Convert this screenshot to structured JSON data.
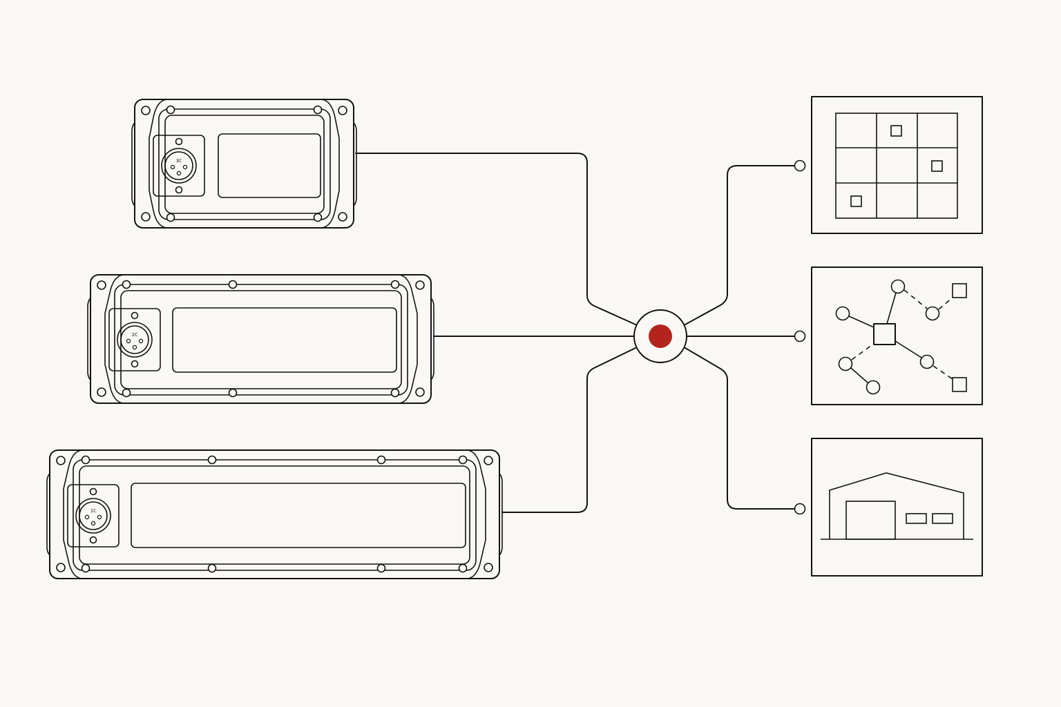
{
  "diagram": {
    "palette": {
      "background": "#f9f8f4",
      "stroke": "#111111",
      "hub_center": "#b3241c"
    },
    "nodes": [
      {
        "id": "sensor-enclosure-small",
        "kind": "sensor-enclosure"
      },
      {
        "id": "sensor-enclosure-medium",
        "kind": "sensor-enclosure"
      },
      {
        "id": "sensor-enclosure-large",
        "kind": "sensor-enclosure"
      },
      {
        "id": "central-hub",
        "kind": "hub"
      },
      {
        "id": "grid-map-panel",
        "kind": "output-panel",
        "icon": "grid-map-icon"
      },
      {
        "id": "network-graph-panel",
        "kind": "output-panel",
        "icon": "network-graph-icon"
      },
      {
        "id": "warehouse-panel",
        "kind": "output-panel",
        "icon": "warehouse-icon"
      }
    ],
    "edges": [
      {
        "from": "sensor-enclosure-small",
        "to": "central-hub"
      },
      {
        "from": "sensor-enclosure-medium",
        "to": "central-hub"
      },
      {
        "from": "sensor-enclosure-large",
        "to": "central-hub"
      },
      {
        "from": "central-hub",
        "to": "grid-map-panel"
      },
      {
        "from": "central-hub",
        "to": "network-graph-panel"
      },
      {
        "from": "central-hub",
        "to": "warehouse-panel"
      }
    ],
    "connector_pin_labels": [
      "3C",
      "2C",
      "1C"
    ]
  }
}
